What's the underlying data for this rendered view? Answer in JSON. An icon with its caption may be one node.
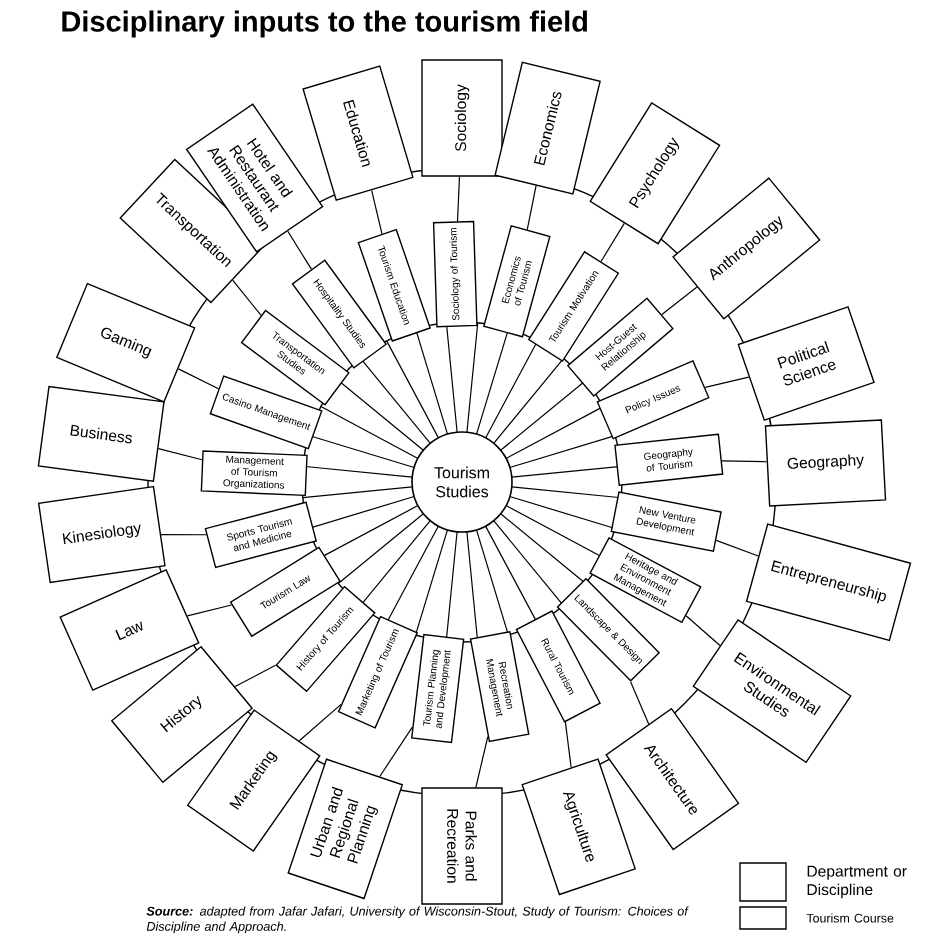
{
  "diagram": {
    "title": "Disciplinary inputs to the tourism field",
    "caption": "**Source:** adapted from Jafar Jafari, University of Wisconsin-Stout, Study of Tourism: Choices of Discipline and Approach.",
    "nodes": [
      {
        "text": [
          "Tourism Studies"
        ]
      },
      {
        "text": [
          "Tourism Education"
        ]
      },
      {
        "text": [
          "Sociology of Tourism"
        ]
      },
      {
        "text": [
          "Economics of Tourism"
        ]
      },
      {
        "text": [
          "Tourism Motivation"
        ]
      },
      {
        "text": [
          "Host-Guest Relationship"
        ]
      },
      {
        "text": [
          "Policy Issues"
        ]
      },
      {
        "text": [
          "Geography of Tourism"
        ]
      },
      {
        "text": [
          "New Venture Development"
        ]
      },
      {
        "text": [
          "Heritage and Environment Management"
        ]
      },
      {
        "text": [
          "Landscape & Design"
        ]
      },
      {
        "text": [
          "Rural Tourism"
        ]
      },
      {
        "text": [
          "Recreation Management"
        ]
      },
      {
        "text": [
          "Tourism Planning and Development"
        ]
      },
      {
        "text": [
          "Marketing of Tourism"
        ]
      },
      {
        "text": [
          "History of Tourism"
        ]
      },
      {
        "text": [
          "Tourism Law"
        ]
      },
      {
        "text": [
          "Sports Tourism and Medicine"
        ]
      },
      {
        "text": [
          "Management of Tourism Organizations"
        ]
      },
      {
        "text": [
          "Casino Management"
        ]
      },
      {
        "text": [
          "Transportation Studies"
        ]
      },
      {
        "text": [
          "Hospitality Studies"
        ]
      },
      {
        "text": [
          "Education"
        ]
      },
      {
        "text": [
          "Sociology"
        ]
      },
      {
        "text": [
          "Economics"
        ]
      },
      {
        "text": [
          "Psychology"
        ]
      },
      {
        "text": [
          "Anthropology"
        ]
      },
      {
        "text": [
          "Political Science"
        ]
      },
      {
        "text": [
          "Geography"
        ]
      },
      {
        "text": [
          "Entrepreneurship"
        ]
      },
      {
        "text": [
          "Environmental Studies"
        ]
      },
      {
        "text": [
          "Architecture"
        ]
      },
      {
        "text": [
          "Agriculture"
        ]
      },
      {
        "text": [
          "Parks and Recreation"
        ]
      },
      {
        "text": [
          "Urban and Regional Planning"
        ]
      },
      {
        "text": [
          "Marketing"
        ]
      },
      {
        "text": [
          "History"
        ]
      },
      {
        "text": [
          "Law"
        ]
      },
      {
        "text": [
          "Kinesiology"
        ]
      },
      {
        "text": [
          "Business"
        ]
      },
      {
        "text": [
          "Gaming"
        ]
      },
      {
        "text": [
          "Transportation"
        ]
      },
      {
        "text": [
          "Hotel and Restaurant Administration"
        ]
      }
    ],
    "edges": [
      {
        "from": 1,
        "to": 22,
        "arrow": "none"
      },
      {
        "from": 2,
        "to": 23,
        "arrow": "none"
      },
      {
        "from": 3,
        "to": 24,
        "arrow": "none"
      },
      {
        "from": 4,
        "to": 25,
        "arrow": "none"
      },
      {
        "from": 5,
        "to": 26,
        "arrow": "none"
      },
      {
        "from": 6,
        "to": 27,
        "arrow": "none"
      },
      {
        "from": 7,
        "to": 28,
        "arrow": "none"
      },
      {
        "from": 8,
        "to": 29,
        "arrow": "none"
      },
      {
        "from": 9,
        "to": 30,
        "arrow": "none"
      },
      {
        "from": 10,
        "to": 31,
        "arrow": "none"
      },
      {
        "from": 11,
        "to": 32,
        "arrow": "none"
      },
      {
        "from": 12,
        "to": 33,
        "arrow": "none"
      },
      {
        "from": 13,
        "to": 34,
        "arrow": "none"
      },
      {
        "from": 14,
        "to": 35,
        "arrow": "none"
      },
      {
        "from": 15,
        "to": 36,
        "arrow": "none"
      },
      {
        "from": 16,
        "to": 37,
        "arrow": "none"
      },
      {
        "from": 17,
        "to": 38,
        "arrow": "none"
      },
      {
        "from": 18,
        "to": 39,
        "arrow": "none"
      },
      {
        "from": 19,
        "to": 40,
        "arrow": "none"
      },
      {
        "from": 20,
        "to": 41,
        "arrow": "none"
      },
      {
        "from": 21,
        "to": 42,
        "arrow": "none"
      }
    ],
    "legend": [
      {
        "text": "Department or Discipline"
      },
      {
        "text": "Tourism Course"
      }
    ]
  }
}
